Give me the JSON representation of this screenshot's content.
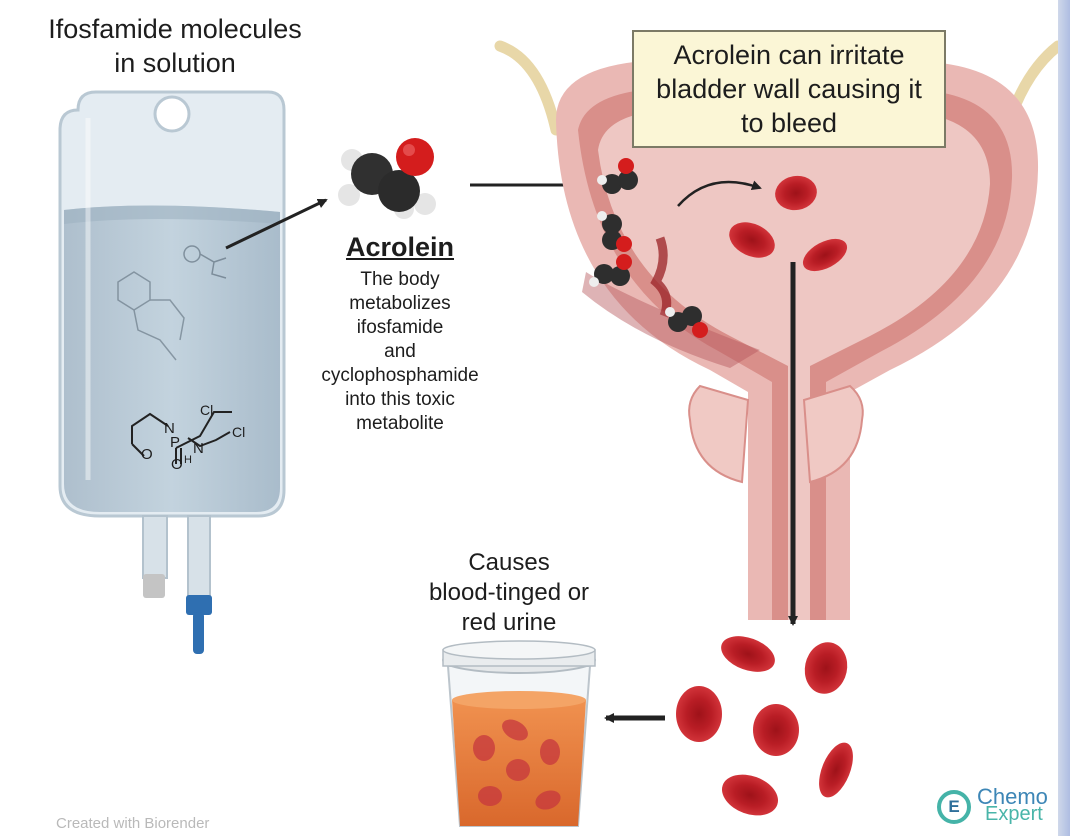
{
  "iv_bag": {
    "title": "Ifosfamide molecules\nin solution"
  },
  "acrolein": {
    "name": "Acrolein",
    "description": "The body\nmetabolizes\nifosfamide\nand\ncyclophosphamide\ninto this toxic\nmetabolite"
  },
  "callout": {
    "text": "Acrolein can irritate bladder wall causing it to bleed"
  },
  "urine": {
    "caption": "Causes\nblood-tinged or\nred urine"
  },
  "footer": {
    "credit": "Created with Biorender"
  },
  "brand": {
    "name_line1": "Chemo",
    "name_line2": "Expert",
    "icon_glyph": "E"
  },
  "molecule_labels": {
    "cl_1": "Cl",
    "cl_2": "Cl",
    "n_1": "N",
    "n_2": "N",
    "p": "P",
    "o_ring": "O",
    "o_double": "O",
    "h": "H"
  },
  "colors": {
    "bag_fluid": "#b9cbd7",
    "bladder_tissue": "#f0c7c4",
    "bladder_wall": "#d98f8a",
    "blood_cell": "#c8242c",
    "urine": "#e07a3c",
    "callout_bg": "#fbf6d6",
    "arrow": "#222222",
    "acrolein_oxygen": "#d81f1f",
    "acrolein_carbon": "#2e2e2e"
  }
}
